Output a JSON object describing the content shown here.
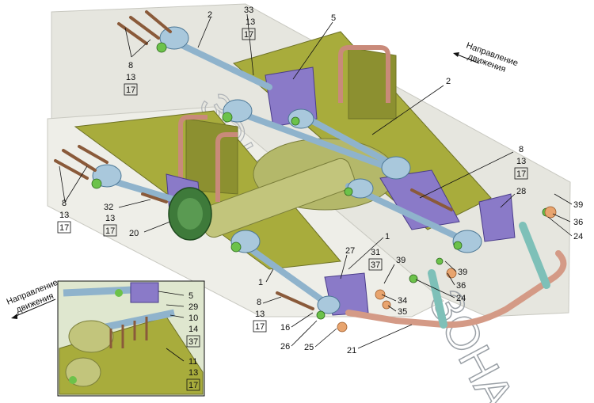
{
  "figure": {
    "direction_label_right": [
      "Направление",
      "движения"
    ],
    "direction_label_inset": [
      "Направление",
      "движения"
    ],
    "watermark": "ЗОНА"
  },
  "callouts": {
    "c2a": "2",
    "c33": "33",
    "c13a": "13",
    "c17a": "17",
    "c5": "5",
    "c8a": "8",
    "c13b": "13",
    "c17b": "17",
    "c2b": "2",
    "c8b": "8",
    "c13c": "13",
    "c17c": "17",
    "c8c": "8",
    "c13d": "13",
    "c17d": "17",
    "c32": "32",
    "c13e": "13",
    "c17e": "17",
    "c20": "20",
    "c28": "28",
    "c39a": "39",
    "c36a": "36",
    "c24a": "24",
    "c1a": "1",
    "c1b": "1",
    "c31": "31",
    "c37a": "37",
    "c27": "27",
    "c39b": "39",
    "c39c": "39",
    "c36b": "36",
    "c24b": "24",
    "c34": "34",
    "c35": "35",
    "c8d": "8",
    "c13f": "13",
    "c17f": "17",
    "c16": "16",
    "c26": "26",
    "c25": "25",
    "c21": "21",
    "c5i": "5",
    "c29": "29",
    "c10": "10",
    "c14": "14",
    "c37i": "37",
    "c11": "11",
    "c13i": "13",
    "c17i": "17"
  },
  "colors": {
    "frame": "#e6e6df",
    "spring": "#a8ac3c",
    "rod": "#8fb3cc",
    "bracket": "#8a7ac8",
    "axle": "#b4b86a",
    "stabilizer": "#d49a86",
    "u_bolt": "#c98a7a",
    "nut_green": "#6cc24a",
    "drum": "#3e7a3a"
  }
}
